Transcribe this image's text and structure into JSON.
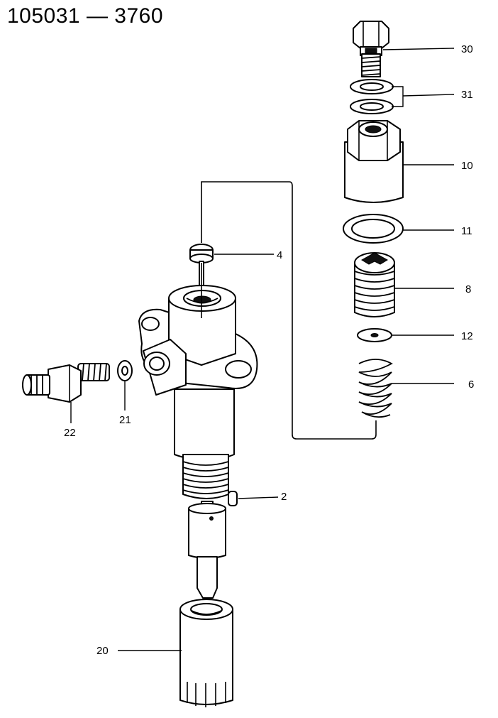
{
  "title": "105031 — 3760",
  "callouts": {
    "c30": "30",
    "c31": "31",
    "c10": "10",
    "c11": "11",
    "c4": "4",
    "c8": "8",
    "c12": "12",
    "c6": "6",
    "c22": "22",
    "c21": "21",
    "c2": "2",
    "c20": "20"
  }
}
